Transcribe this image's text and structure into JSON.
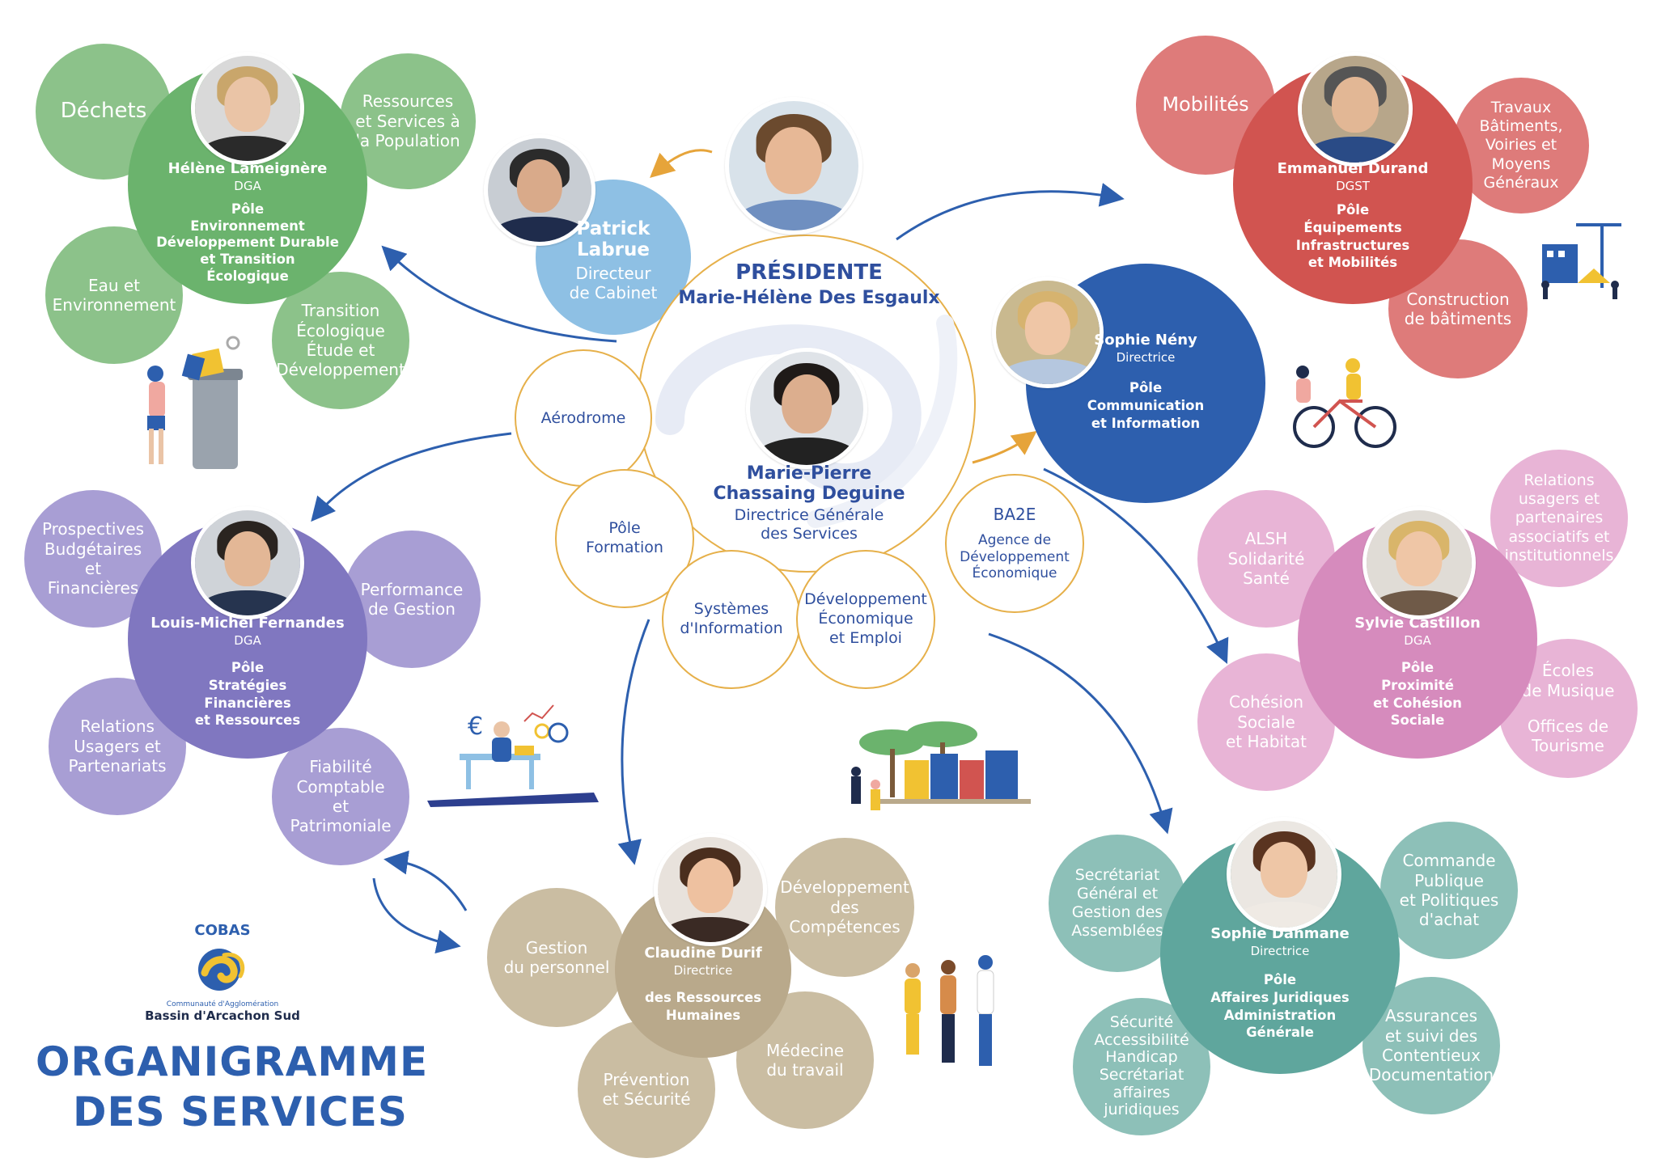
{
  "presidente": {
    "title": "PRÉSIDENTE",
    "name": "Marie-Hélène Des Esgaulx"
  },
  "dgs": {
    "name_line1": "Marie-Pierre",
    "name_line2": "Chassaing Deguine",
    "role_line1": "Directrice Générale",
    "role_line2": "des Services"
  },
  "cabinet": {
    "name_line1": "Patrick",
    "name_line2": "Labrue",
    "role_line1": "Directeur",
    "role_line2": "de Cabinet"
  },
  "gold_circles": {
    "aerodrome": "Aérodrome",
    "formation": [
      "Pôle",
      "Formation"
    ],
    "si": [
      "Systèmes",
      "d'Information"
    ],
    "dev_eco": [
      "Développement",
      "Économique",
      "et Emploi"
    ],
    "ba2e_title": "BA2E",
    "ba2e_sub": [
      "Agence de",
      "Développement",
      "Économique"
    ]
  },
  "poles": {
    "environnement": {
      "name": "Hélène Lameignère",
      "role": "DGA",
      "pole": "Pôle\nEnvironnement\nDéveloppement Durable\net Transition\nÉcologique",
      "satellites": [
        [
          "Déchets"
        ],
        [
          "Ressources",
          "et Services à",
          "la Population"
        ],
        [
          "Eau et",
          "Environnement"
        ],
        [
          "Transition",
          "Écologique",
          "Étude et",
          "Développement"
        ]
      ]
    },
    "equipements": {
      "name": "Emmanuel Durand",
      "role": "DGST",
      "pole": "Pôle\nÉquipements\nInfrastructures\net Mobilités",
      "satellites": [
        [
          "Mobilités"
        ],
        [
          "Travaux",
          "Bâtiments,",
          "Voiries et",
          "Moyens",
          "Généraux"
        ],
        [
          "Construction",
          "de bâtiments"
        ]
      ]
    },
    "communication": {
      "name": "Sophie Nény",
      "role": "Directrice",
      "pole": "Pôle\nCommunication\net Information"
    },
    "strategies": {
      "name": "Louis-Michel Fernandes",
      "role": "DGA",
      "pole": "Pôle\nStratégies\nFinancières\net Ressources",
      "satellites": [
        [
          "Prospectives",
          "Budgétaires et",
          "Financières"
        ],
        [
          "Performance",
          "de Gestion"
        ],
        [
          "Relations",
          "Usagers et",
          "Partenariats"
        ],
        [
          "Fiabilité",
          "Comptable et",
          "Patrimoniale"
        ]
      ]
    },
    "proximite": {
      "name": "Sylvie Castillon",
      "role": "DGA",
      "pole": "Pôle\nProximité\net Cohésion\nSociale",
      "satellites": [
        [
          "ALSH",
          "Solidarité",
          "Santé"
        ],
        [
          "Relations",
          "usagers et",
          "partenaires",
          "associatifs et",
          "institutionnels"
        ],
        [
          "Cohésion",
          "Sociale",
          "et Habitat"
        ],
        [
          "Écoles",
          "de Musique"
        ],
        [
          "Offices de",
          "Tourisme"
        ]
      ]
    },
    "rh": {
      "name": "Claudine Durif",
      "role": "Directrice",
      "pole": "des Ressources\nHumaines",
      "satellites": [
        [
          "Gestion",
          "du personnel"
        ],
        [
          "Développement",
          "des",
          "Compétences"
        ],
        [
          "Prévention",
          "et Sécurité"
        ],
        [
          "Médecine",
          "du travail"
        ]
      ]
    },
    "juridique": {
      "name": "Sophie Dahmane",
      "role": "Directrice",
      "pole": "Pôle\nAffaires Juridiques\nAdministration\nGénérale",
      "satellites": [
        [
          "Secrétariat",
          "Général et",
          "Gestion des",
          "Assemblées"
        ],
        [
          "Commande",
          "Publique",
          "et Politiques",
          "d'achat"
        ],
        [
          "Sécurité",
          "Accessibilité",
          "Handicap",
          "Secrétariat",
          "affaires",
          "juridiques"
        ],
        [
          "Assurances",
          "et suivi des",
          "Contentieux",
          "Documentation"
        ]
      ]
    }
  },
  "logo": {
    "brand": "COBAS",
    "sub1": "Communauté d'Agglomération",
    "sub2": "Bassin d'Arcachon Sud"
  },
  "page_title": {
    "line1": "ORGANIGRAMME",
    "line2": "DES SERVICES"
  },
  "colors": {
    "green": "#8cc28a",
    "green_dark": "#6bb36d",
    "red": "#d15450",
    "red_light": "#de7b7a",
    "blue_dark": "#2d5fae",
    "blue_light": "#8ec0e4",
    "purple": "#8077c0",
    "purple_light": "#a89ed4",
    "pink": "#d68bbd",
    "pink_light": "#e8b4d6",
    "taupe": "#b9a98b",
    "taupe_light": "#cabda2",
    "teal": "#5fa69d",
    "teal_light": "#8dc0b8",
    "gold": "#e6b04a",
    "navy": "#2f4f9e"
  }
}
